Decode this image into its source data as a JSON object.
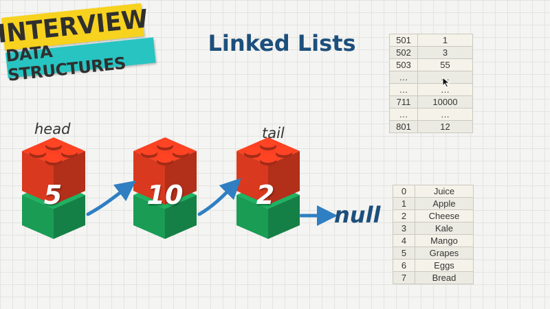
{
  "badge": {
    "line1": "INTERVIEW",
    "line2": "DATA STRUCTURES"
  },
  "title": "Linked Lists",
  "labels": {
    "head": "head",
    "tail": "tail",
    "null": "null"
  },
  "nodes": [
    {
      "value": "5"
    },
    {
      "value": "10"
    },
    {
      "value": "2"
    }
  ],
  "colors": {
    "brick_red": "#d9391e",
    "brick_green": "#1a9c55",
    "arrow_blue": "#2f7fc2",
    "title_blue": "#1d4f7c",
    "badge_yellow": "#f7d21e",
    "badge_teal": "#27c4c2"
  },
  "memory_table": {
    "rows": [
      [
        "501",
        "1"
      ],
      [
        "502",
        "3"
      ],
      [
        "503",
        "55"
      ],
      [
        "…",
        "…"
      ],
      [
        "…",
        "…"
      ],
      [
        "711",
        "10000"
      ],
      [
        "…",
        "…"
      ],
      [
        "801",
        "12"
      ]
    ]
  },
  "array_table": {
    "rows": [
      [
        "0",
        "Juice"
      ],
      [
        "1",
        "Apple"
      ],
      [
        "2",
        "Cheese"
      ],
      [
        "3",
        "Kale"
      ],
      [
        "4",
        "Mango"
      ],
      [
        "5",
        "Grapes"
      ],
      [
        "6",
        "Eggs"
      ],
      [
        "7",
        "Bread"
      ]
    ]
  },
  "icons": {
    "cursor": "mouse-cursor-icon"
  }
}
